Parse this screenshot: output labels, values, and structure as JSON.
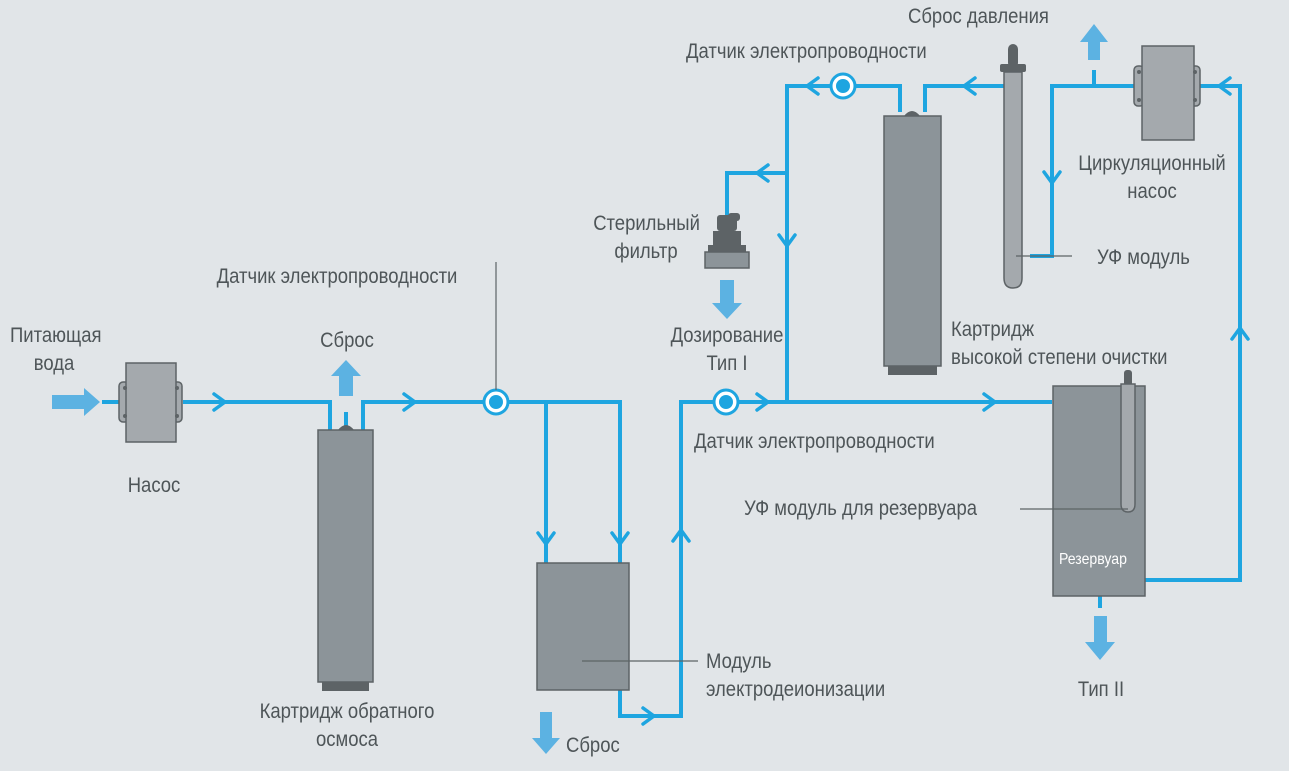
{
  "labels": {
    "feed_water": "Питающая\nвода",
    "pump": "Насос",
    "drain_ro": "Сброс",
    "ro_cartridge": "Картридж обратного\nосмоса",
    "sensor_1": "Датчик электропроводности",
    "edi_module": "Модуль\nэлектродеионизации",
    "drain_edi": "Сброс",
    "sensor_2": "Датчик электропроводности",
    "dosing_type1": "Дозирование\nТип I",
    "sterile_filter": "Стерильный\nфильтр",
    "sensor_3": "Датчик электропроводности",
    "pressure_relief": "Сброс давления",
    "polishing_cartridge": "Картридж\nвысокой степени очистки",
    "circulation_pump": "Циркуляционный\nнасос",
    "uv_module": "УФ модуль",
    "tank_uv_module": "УФ модуль для резервуара",
    "tank": "Резервуар",
    "type2": "Тип II"
  },
  "colors": {
    "water_line": "#1ea5e0",
    "flow_arrow": "#5cb2e2",
    "unit_fill": "#8c9499",
    "background": "#e1e5e8"
  }
}
